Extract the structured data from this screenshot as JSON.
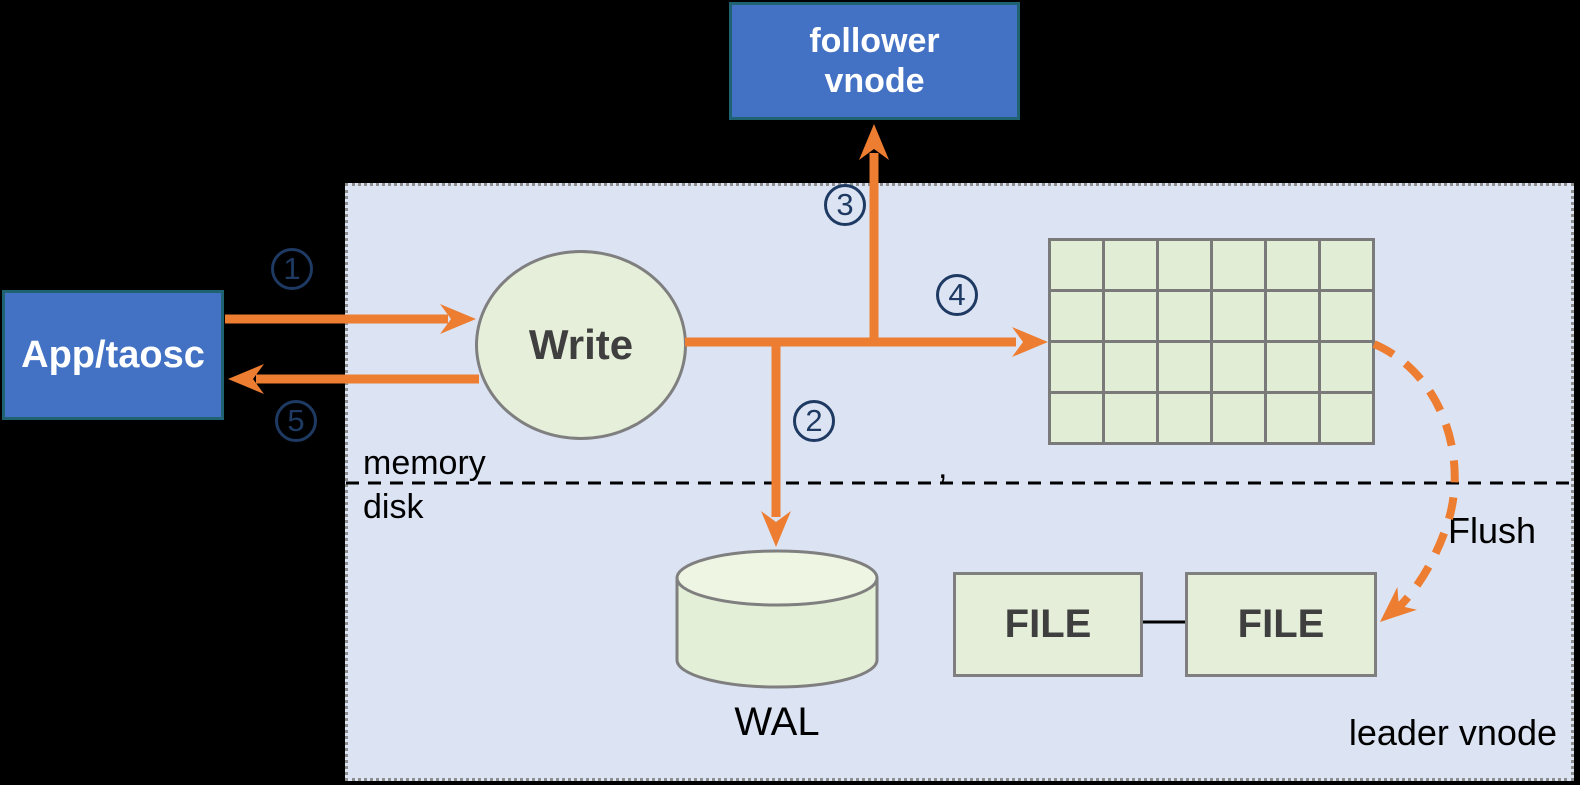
{
  "diagram": {
    "title_context": "leader vnode write flow",
    "app_box": {
      "label": "App/taosc"
    },
    "follower_box": {
      "line1": "follower",
      "line2": "vnode"
    },
    "write_circle": {
      "label": "Write"
    },
    "wal": {
      "label": "WAL"
    },
    "files": [
      {
        "label": "FILE"
      },
      {
        "label": "FILE"
      }
    ],
    "labels": {
      "memory": "memory",
      "disk": "disk",
      "flush": "Flush",
      "leader": "leader vnode",
      "divider_mark": ","
    },
    "steps": [
      "1",
      "2",
      "3",
      "4",
      "5"
    ],
    "memory_grid": {
      "rows": 4,
      "cols": 6
    },
    "colors": {
      "accent_orange": "#ED7D31",
      "box_blue": "#4372C4",
      "box_blue_border": "#1F6373",
      "panel_lavender": "#DCE4F4",
      "shape_green": "#E5EFD9",
      "grid_green": "#E2EDD6",
      "outline_gray": "#7F7F7F",
      "step_navy": "#1E3A62"
    }
  }
}
